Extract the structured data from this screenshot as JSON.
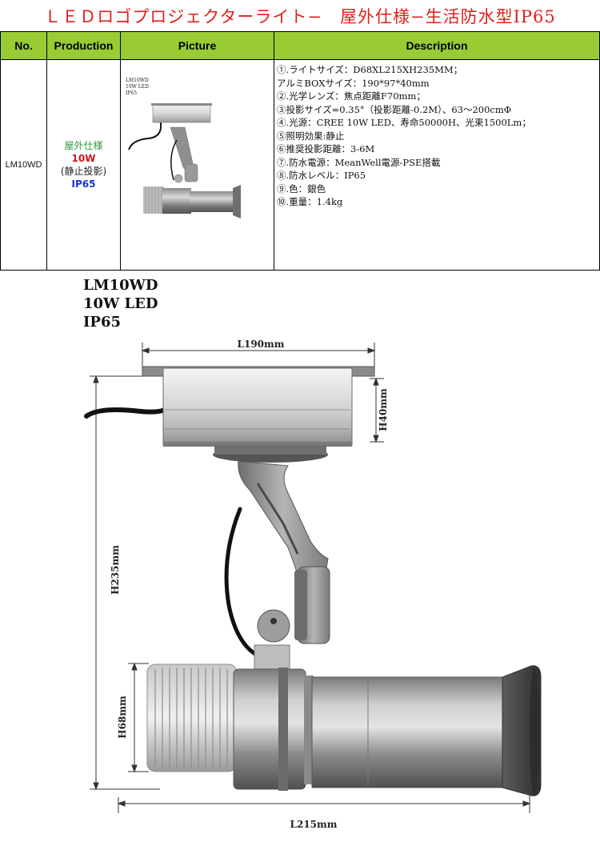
{
  "title": "ＬＥＤロゴプロジェクターライト−　屋外仕様−生活防水型IP65",
  "table": {
    "headers": {
      "no": "No.",
      "production": "Production",
      "picture": "Picture",
      "description": "Description"
    },
    "row": {
      "model": "LM10WD",
      "production": {
        "outdoor": "屋外仕様",
        "watt": "10W",
        "mode": "(静止投影)",
        "ip": "IP65"
      },
      "thumb_labels": [
        "LM10WD",
        "10W LED",
        "IP65"
      ],
      "description": [
        "①.ライトサイズ：D68XL215XH235MM；",
        "アルミBOXサイズ：190*97*40mm",
        "②.光学レンズ：焦点距離F70mm；",
        "③投影サイズ=0.35°（投影距離-0.2M）、63～200cmΦ",
        "④.光源：CREE 10W LED、寿命50000H、光束1500Lm；",
        "⑤照明効果:静止",
        "⑥推奨投影距離：3-6M",
        "⑦.防水電源：MeanWell電源-PSE搭載",
        "⑧.防水レベル：IP65",
        "⑨.色：銀色",
        "⑩.重量：1.4kg"
      ]
    }
  },
  "drawing": {
    "labels": [
      "LM10WD",
      "10W LED",
      "IP65"
    ],
    "dims": {
      "box_length": "L190mm",
      "box_height": "H40mm",
      "total_height": "H235mm",
      "diameter": "H68mm",
      "total_length": "L215mm"
    }
  },
  "colors": {
    "title_text": "#e0201c",
    "header_bg": "#99cc33",
    "outdoor": "#2b9a3a",
    "watt": "#d4141c",
    "ip": "#1633d6"
  }
}
